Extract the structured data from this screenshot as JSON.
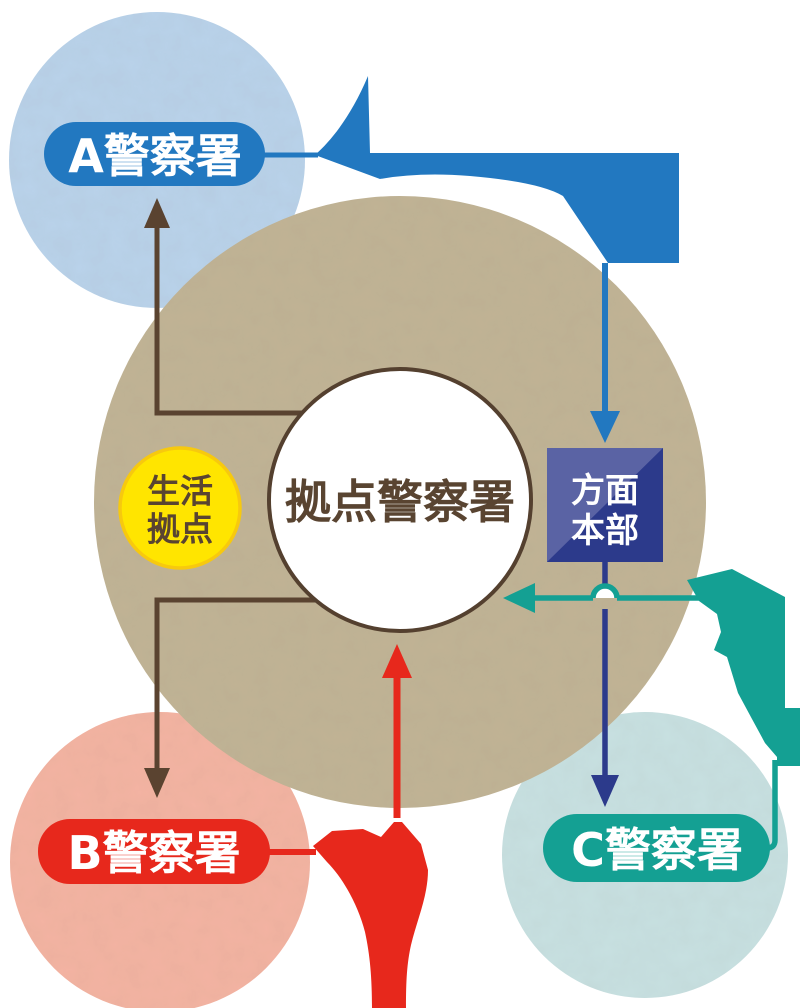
{
  "diagram": {
    "hub": {
      "label": "拠点警察署"
    },
    "life_base": {
      "line1": "生活",
      "line2": "拠点"
    },
    "district_hq": {
      "line1": "方面",
      "line2": "本部"
    },
    "station_a": {
      "label": "A警察署"
    },
    "station_b": {
      "label": "B警察署"
    },
    "station_c": {
      "label": "C警察署"
    },
    "colors": {
      "tan_ring": "#c1b495",
      "hub_fill": "#ffffff",
      "hub_border": "#54402f",
      "brown_text": "#594431",
      "brown_arrow": "#5a4330",
      "yellow_fill": "#ffe500",
      "yellow_border": "#f7c90e",
      "blue": "#2278c0",
      "light_blue": "#b9d3eb",
      "navy": "#2c3a8b",
      "navy_light": "#5a63a4",
      "teal": "#14a093",
      "light_teal": "#c8e1e2",
      "red": "#e7281c",
      "light_red": "#f4b4a3",
      "label_text": "#ffffff"
    }
  }
}
